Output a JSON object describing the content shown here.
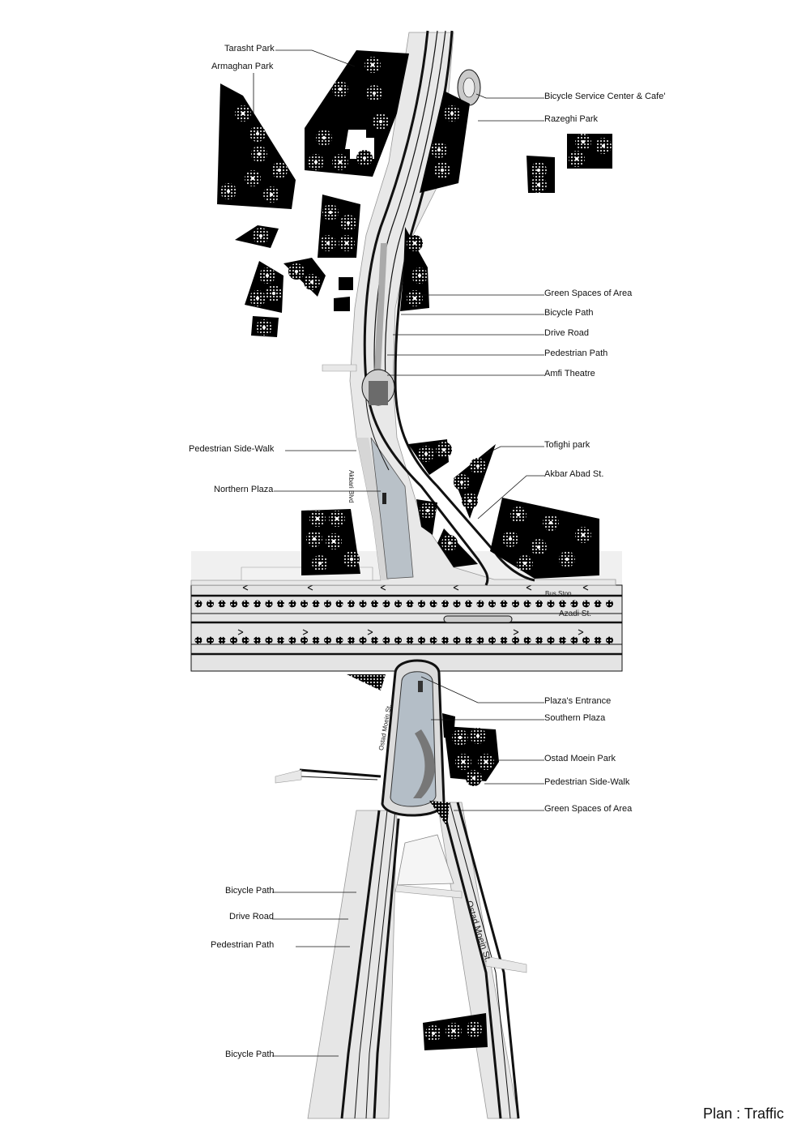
{
  "caption": "Plan : Traffic",
  "colors": {
    "green_space": "#000000",
    "tree": "#bdbdbd",
    "road": "#e6e6e6",
    "sidewalk": "#cfcfcf",
    "plaza": "#a8b4bf",
    "line": "#111111"
  },
  "labels": {
    "tarasht_park": "Tarasht Park",
    "armaghan_park": "Armaghan Park",
    "bicycle_service": "Bicycle Service Center & Cafe'",
    "razeghi_park": "Razeghi Park",
    "green_spaces_north": "Green Spaces of Area",
    "bicycle_path_north": "Bicycle Path",
    "drive_road_north": "Drive Road",
    "pedestrian_path_north": "Pedestrian Path",
    "amfi_theatre": "Amfi Theatre",
    "tofighi_park": "Tofighi park",
    "akbar_abad": "Akbar Abad St.",
    "pedestrian_sidewalk_north": "Pedestrian Side-Walk",
    "northern_plaza": "Northern Plaza",
    "plaza_entrance": "Plaza's Entrance",
    "southern_plaza": "Southern Plaza",
    "ostad_moein_park": "Ostad Moein Park",
    "pedestrian_sidewalk_south": "Pedestrian Side-Walk",
    "green_spaces_south": "Green Spaces of Area",
    "bicycle_path_south": "Bicycle Path",
    "drive_road_south": "Drive Road",
    "pedestrian_path_south": "Pedestrian Path",
    "bicycle_path_south2": "Bicycle Path"
  },
  "street_names": {
    "azadi": "Azadi St.",
    "bus_stop": "Bus Stop",
    "akbari_blvd": "Akbari Blvd",
    "ostad_moein_st": "Ostad Moein St.",
    "ostad_moein_st2": "Ostad Moein St."
  }
}
